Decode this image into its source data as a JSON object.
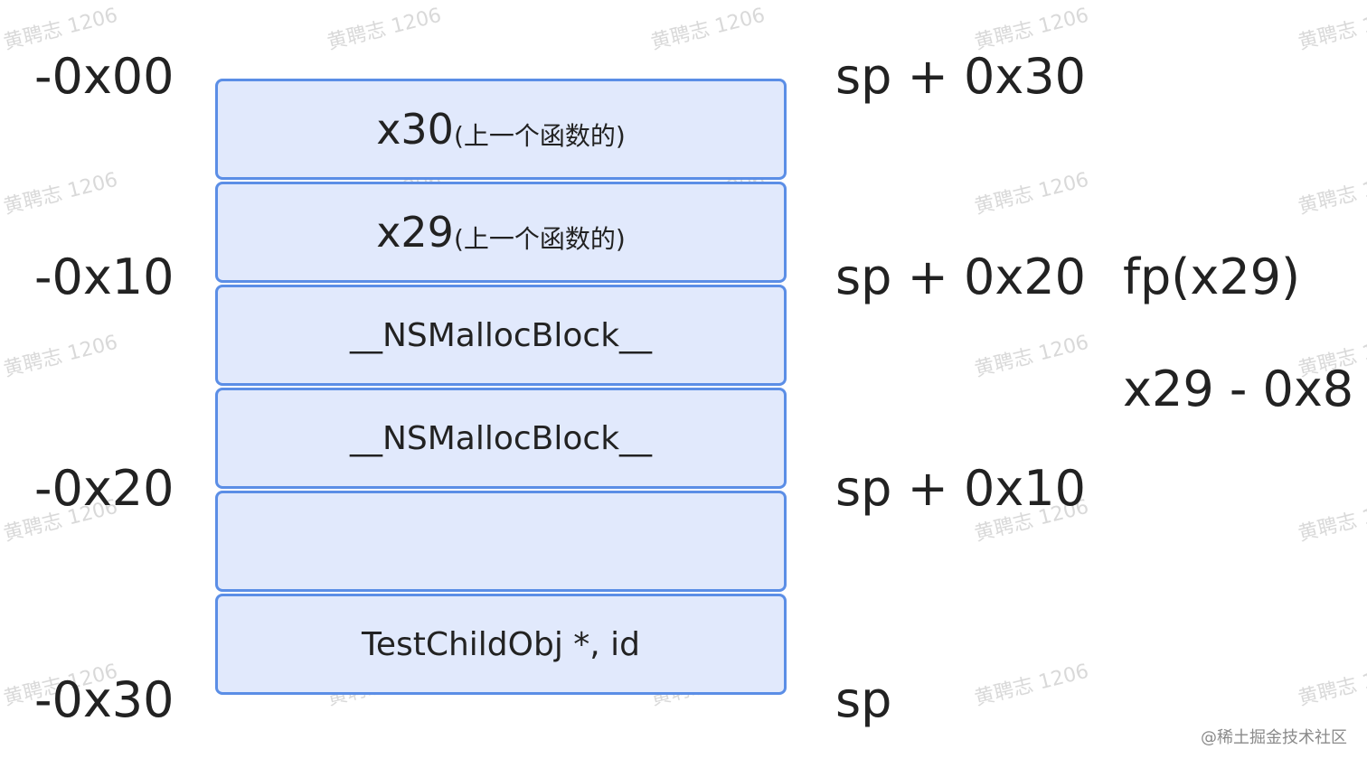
{
  "offsets_left": [
    "-0x00",
    "-0x10",
    "-0x20",
    "-0x30"
  ],
  "offsets_right": [
    "sp + 0x30",
    "sp + 0x20",
    "sp + 0x10",
    "sp"
  ],
  "frame_pointer": {
    "fp_label": "fp(x29)",
    "fp_offset": "x29 - 0x8"
  },
  "stack_cells": [
    {
      "main": "x30",
      "sub": "(上一个函数的)"
    },
    {
      "main": "x29",
      "sub": "(上一个函数的)"
    },
    {
      "text": "__NSMallocBlock__"
    },
    {
      "text": "__NSMallocBlock__"
    },
    {
      "text": ""
    },
    {
      "text": "TestChildObj *, id"
    }
  ],
  "watermark_text": "黄聘志 1206",
  "credit": "@稀土掘金技术社区"
}
